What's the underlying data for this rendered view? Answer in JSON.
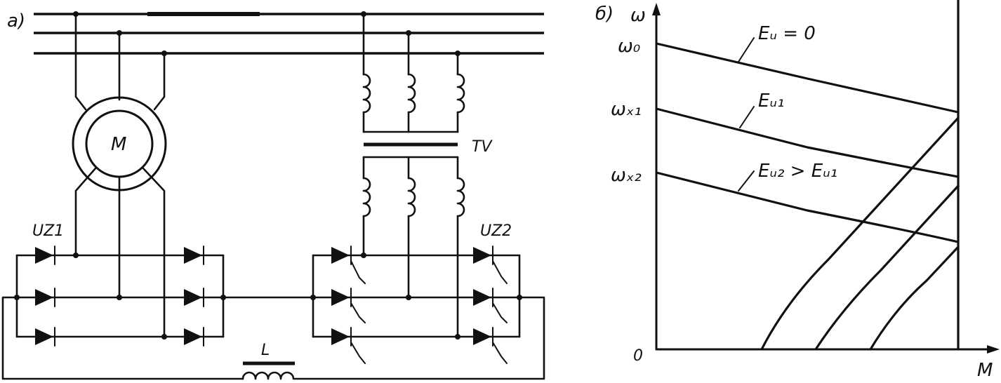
{
  "panel_a": {
    "label": "a)",
    "motor": "M",
    "rect1": "UZ1",
    "rect2": "UZ2",
    "transformer": "TV",
    "reactor": "L"
  },
  "panel_b": {
    "label": "б)",
    "y_axis": "ω",
    "x_axis": "M",
    "origin": "0",
    "ticks": [
      "ω₀",
      "ωₓ₁",
      "ωₓ₂"
    ],
    "curves": [
      "Eᵤ = 0",
      "Eᵤ₁",
      "Eᵤ₂ > Eᵤ₁"
    ]
  }
}
